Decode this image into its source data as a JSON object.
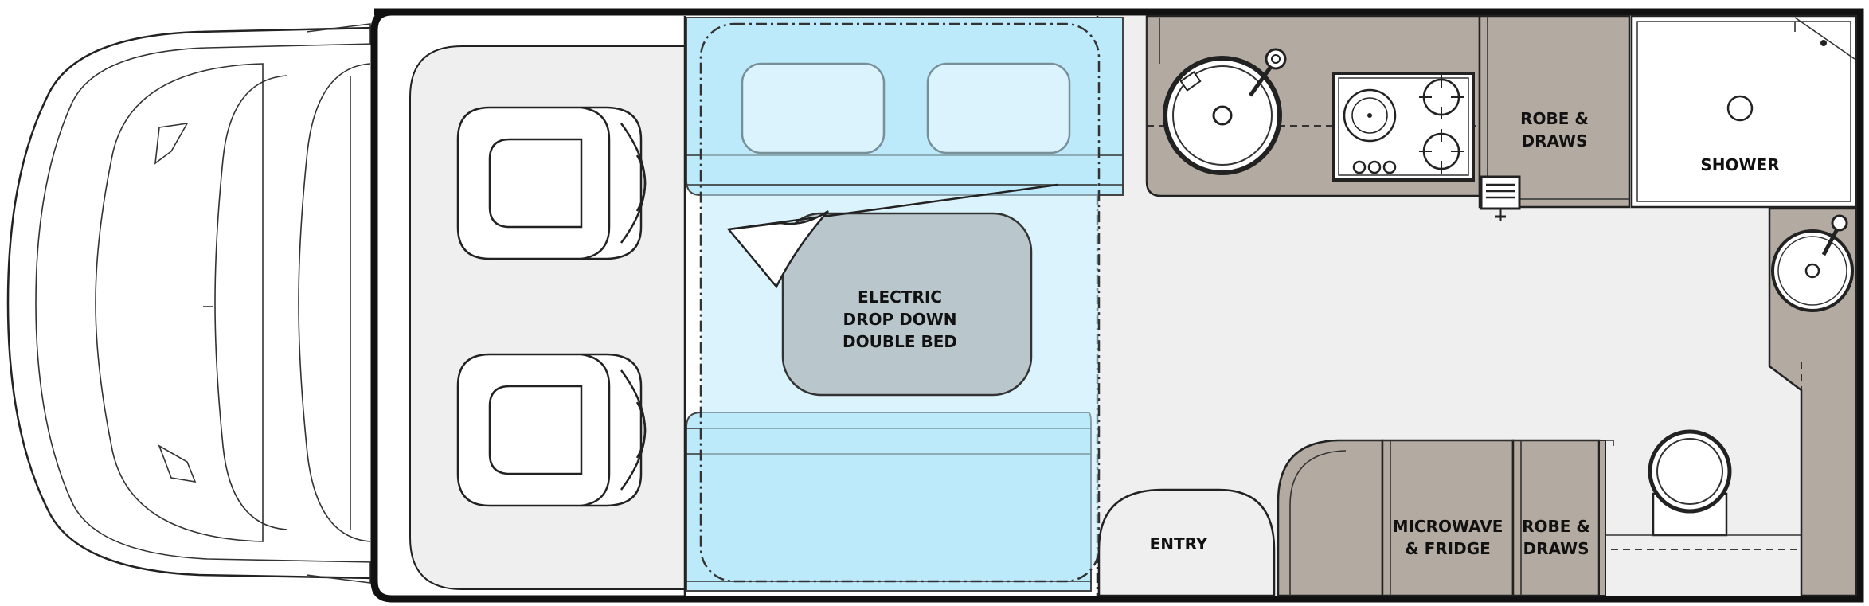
{
  "labels": {
    "bed_line1": "ELECTRIC",
    "bed_line2": "DROP DOWN",
    "bed_line3": "DOUBLE BED",
    "robe_top_line1": "ROBE &",
    "robe_top_line2": "DRAWS",
    "shower": "SHOWER",
    "entry": "ENTRY",
    "microwave_line1": "MICROWAVE",
    "microwave_line2": "& FRIDGE",
    "robe_bottom_line1": "ROBE &",
    "robe_bottom_line2": "DRAWS"
  },
  "colors": {
    "cabinetry": "#b3aaa1",
    "floor": "#efefef",
    "bed_zone": "#bdeafa",
    "bed_mattress": "#b9c7cc",
    "outline": "#222222"
  },
  "icons": {
    "sink": "sink-icon",
    "cooktop": "cooktop-icon",
    "toilet": "toilet-icon",
    "seat": "seat-icon",
    "pillow": "pillow-icon"
  }
}
